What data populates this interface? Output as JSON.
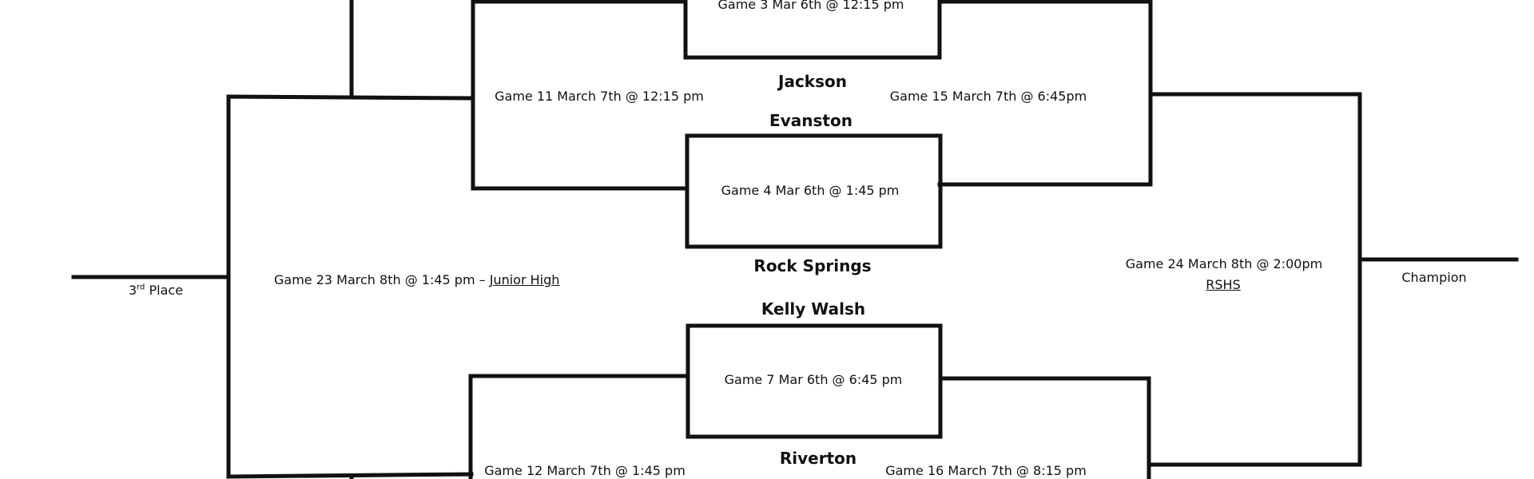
{
  "teams": {
    "jackson": "Jackson",
    "evanston": "Evanston",
    "rock_springs": "Rock Springs",
    "kelly_walsh": "Kelly Walsh",
    "riverton": "Riverton"
  },
  "games": {
    "g3": "Game 3 Mar 6th @ 12:15 pm",
    "g4": "Game 4 Mar 6th @ 1:45 pm",
    "g7": "Game 7 Mar 6th @ 6:45 pm",
    "g11": "Game 11 March 7th @ 12:15 pm",
    "g12": "Game 12 March 7th @ 1:45 pm",
    "g15": "Game 15 March 7th @ 6:45pm",
    "g16": "Game 16 March 7th @ 8:15 pm",
    "g23": "Game 23 March 8th @ 1:45 pm –",
    "g23_location": "Junior High",
    "g24": "Game 24 March 8th @ 2:00pm",
    "g24_location": "RSHS"
  },
  "places": {
    "third_num": "3",
    "third_sup": "rd",
    "third_word": "Place",
    "champion": "Champion"
  },
  "colors": {
    "line": "#111111",
    "background": "#ffffff"
  }
}
